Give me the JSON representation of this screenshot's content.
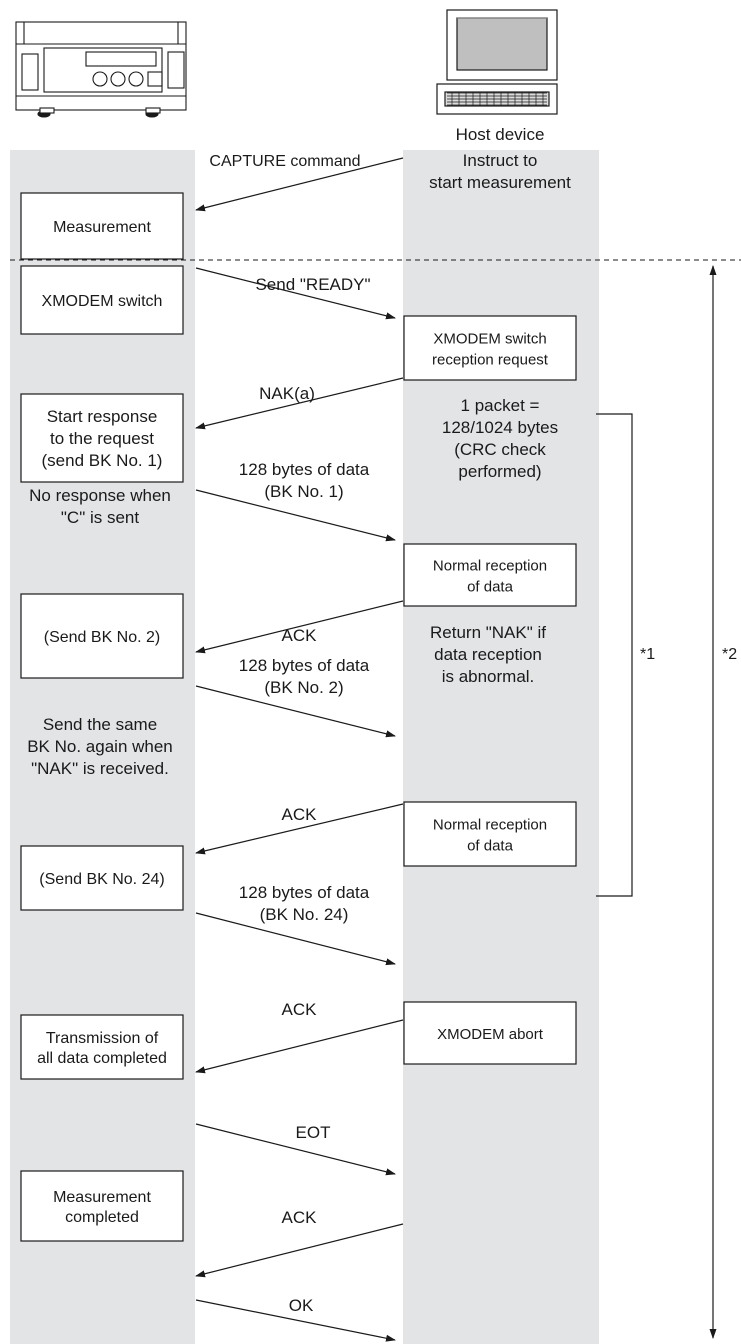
{
  "device_label": "Host device",
  "left_boxes": [
    [
      "Measurement"
    ],
    [
      "XMODEM switch"
    ],
    [
      "Start response",
      "to the request",
      "(send BK No. 1)"
    ],
    [
      "(Send BK No. 2)"
    ],
    [
      "(Send BK No. 24)"
    ],
    [
      "Transmission of",
      "all data completed"
    ],
    [
      "Measurement",
      "completed"
    ]
  ],
  "right_boxes": [
    [
      "XMODEM switch",
      "reception request"
    ],
    [
      "Normal reception",
      "of data"
    ],
    [
      "Normal reception",
      "of data"
    ],
    [
      "XMODEM abort"
    ]
  ],
  "messages": [
    [
      "CAPTURE command"
    ],
    [
      "Send \"READY\""
    ],
    [
      "NAK(a)"
    ],
    [
      "128 bytes of data",
      "(BK No. 1)"
    ],
    [
      "ACK"
    ],
    [
      "128 bytes of data",
      "(BK No. 2)"
    ],
    [
      "ACK"
    ],
    [
      "128 bytes of data",
      "(BK No. 24)"
    ],
    [
      "ACK"
    ],
    [
      "EOT"
    ],
    [
      "ACK"
    ],
    [
      "OK"
    ]
  ],
  "notes": [
    [
      "Instruct to",
      "start measurement"
    ],
    [
      "1 packet =",
      "128/1024 bytes",
      "(CRC check",
      "performed)"
    ],
    [
      "No response when",
      "\"C\" is sent"
    ],
    [
      "Return \"NAK\" if",
      "data reception",
      "is abnormal."
    ],
    [
      "Send the same",
      "BK No. again when",
      "\"NAK\" is received."
    ]
  ],
  "markers": [
    "*1",
    "*2"
  ]
}
